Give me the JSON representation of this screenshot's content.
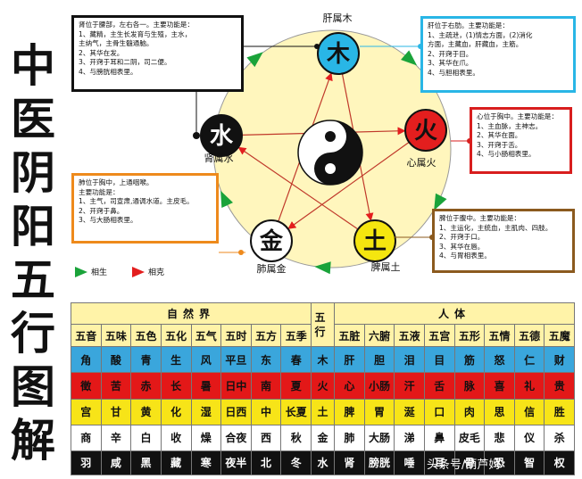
{
  "title_chars": [
    "中",
    "医",
    "阴",
    "阳",
    "五",
    "行",
    "图",
    "解"
  ],
  "elements": {
    "wood": {
      "char": "木",
      "organ_label": "肝属木",
      "fill": "#29b6e6",
      "text_color": "#111"
    },
    "fire": {
      "char": "火",
      "organ_label": "心属火",
      "fill": "#e31e1e",
      "text_color": "#111"
    },
    "earth": {
      "char": "土",
      "organ_label": "脾属土",
      "fill": "#f5e60f",
      "text_color": "#111"
    },
    "metal": {
      "char": "金",
      "organ_label": "肺属金",
      "fill": "#ffffff",
      "text_color": "#111"
    },
    "water": {
      "char": "水",
      "organ_label": "肾属水",
      "fill": "#111111",
      "text_color": "#ffffff"
    }
  },
  "boxes": {
    "kidney": {
      "lines": [
        "肾位于腰部，左右各一。主要功能是：",
        "1、藏精，主生长发育与生殖，主水，",
        "主纳气，主骨生髓通脑。",
        "2、其华在发。",
        "3、开窍于耳和二阴，司二便。",
        "4、与膀胱相表里。"
      ]
    },
    "liver": {
      "lines": [
        "肝位于右肋。主要功能是：",
        "1、主疏泄，(1)情志方面，(2)消化",
        "方面，主藏血，肝藏血，主筋。",
        "2、开窍于目。",
        "3、其华在爪。",
        "4、与胆相表里。"
      ]
    },
    "heart": {
      "lines": [
        "心位于胸中。主要功能是：",
        "1、主血脉，主神志。",
        "2、其华在面。",
        "3、开窍于舌。",
        "4、与小肠相表里。"
      ]
    },
    "lung": {
      "lines": [
        "肺位于胸中，上通咽喉。",
        "主要功能是：",
        "1、主气，司宣肃,通调水道。主皮毛。",
        "2、开窍于鼻。",
        "3、与大肠相表里。"
      ]
    },
    "spleen": {
      "lines": [
        "脾位于腹中。主要功能是：",
        "1、主运化，主统血，主肌肉、四肢。",
        "2、开窍于口。",
        "3、其华在唇。",
        "4、与胃相表里。"
      ]
    }
  },
  "legend": {
    "generating": "相生",
    "restraining": "相克",
    "generating_color": "#1aa33a",
    "restraining_color": "#e31e1e"
  },
  "table": {
    "nature_header": "自然界",
    "wuxing_header": "五行",
    "body_header": "人体",
    "nature_cols": [
      "五音",
      "五味",
      "五色",
      "五化",
      "五气",
      "五时",
      "五方",
      "五季"
    ],
    "body_cols": [
      "五脏",
      "六腑",
      "五液",
      "五宫",
      "五形",
      "五情",
      "五德",
      "五魔"
    ],
    "rows": [
      {
        "element": "木",
        "nature": [
          "角",
          "酸",
          "青",
          "生",
          "风",
          "平旦",
          "东",
          "春"
        ],
        "body": [
          "肝",
          "胆",
          "泪",
          "目",
          "筋",
          "怒",
          "仁",
          "财"
        ],
        "bg": "#3aa6dc",
        "fg": "#111"
      },
      {
        "element": "火",
        "nature": [
          "徵",
          "苦",
          "赤",
          "长",
          "暑",
          "日中",
          "南",
          "夏"
        ],
        "body": [
          "心",
          "小肠",
          "汗",
          "舌",
          "脉",
          "喜",
          "礼",
          "贵"
        ],
        "bg": "#e31818",
        "fg": "#111"
      },
      {
        "element": "土",
        "nature": [
          "宫",
          "甘",
          "黄",
          "化",
          "湿",
          "日西",
          "中",
          "长夏"
        ],
        "body": [
          "脾",
          "胃",
          "涎",
          "口",
          "肉",
          "思",
          "信",
          "胜"
        ],
        "bg": "#f7e418",
        "fg": "#111"
      },
      {
        "element": "金",
        "nature": [
          "商",
          "辛",
          "白",
          "收",
          "燥",
          "合夜",
          "西",
          "秋"
        ],
        "body": [
          "肺",
          "大肠",
          "涕",
          "鼻",
          "皮毛",
          "悲",
          "仪",
          "杀"
        ],
        "bg": "#ffffff",
        "fg": "#111"
      },
      {
        "element": "水",
        "nature": [
          "羽",
          "咸",
          "黑",
          "藏",
          "寒",
          "夜半",
          "北",
          "冬"
        ],
        "body": [
          "肾",
          "膀胱",
          "唾",
          "耳",
          "骨",
          "恐",
          "智",
          "权"
        ],
        "bg": "#111111",
        "fg": "#ffffff"
      }
    ],
    "header_bg": "#fff3a8"
  },
  "watermark": "头条号/葫芦妈"
}
